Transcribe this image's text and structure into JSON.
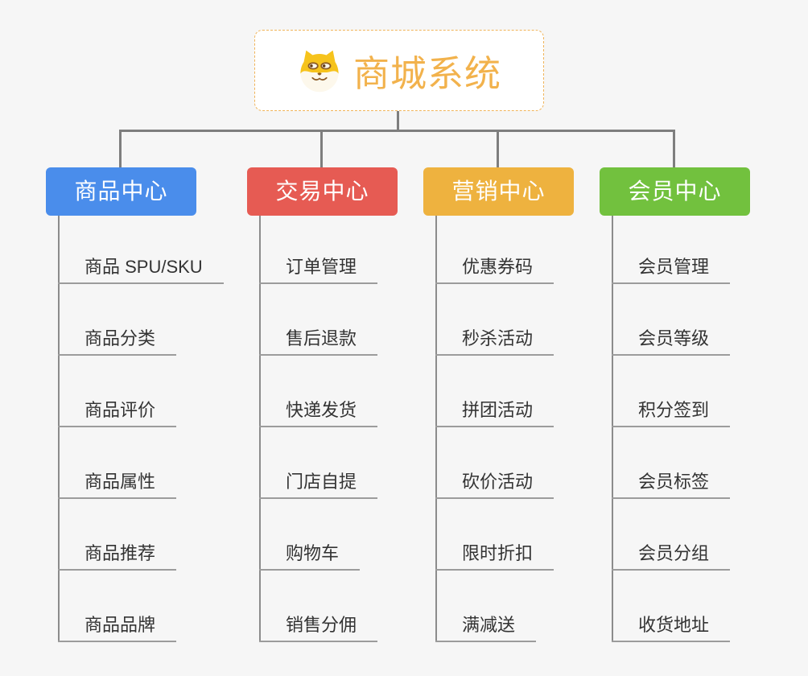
{
  "root": {
    "title": "商城系统",
    "icon": "shiba-dog-icon",
    "title_color": "#f2b24c",
    "border_color": "#f0b45a"
  },
  "branches": [
    {
      "label": "商品中心",
      "color": "#4a8deb",
      "children": [
        "商品 SPU/SKU",
        "商品分类",
        "商品评价",
        "商品属性",
        "商品推荐",
        "商品品牌"
      ]
    },
    {
      "label": "交易中心",
      "color": "#e65b53",
      "children": [
        "订单管理",
        "售后退款",
        "快递发货",
        "门店自提",
        "购物车",
        "销售分佣"
      ]
    },
    {
      "label": "营销中心",
      "color": "#eeb23f",
      "children": [
        "优惠券码",
        "秒杀活动",
        "拼团活动",
        "砍价活动",
        "限时折扣",
        "满减送"
      ]
    },
    {
      "label": "会员中心",
      "color": "#72c13e",
      "children": [
        "会员管理",
        "会员等级",
        "积分签到",
        "会员标签",
        "会员分组",
        "收货地址"
      ]
    }
  ],
  "lines": {
    "connector_color": "#7e7e7e",
    "underline_color": "#9c9c9c"
  },
  "background_color": "#f6f6f6"
}
